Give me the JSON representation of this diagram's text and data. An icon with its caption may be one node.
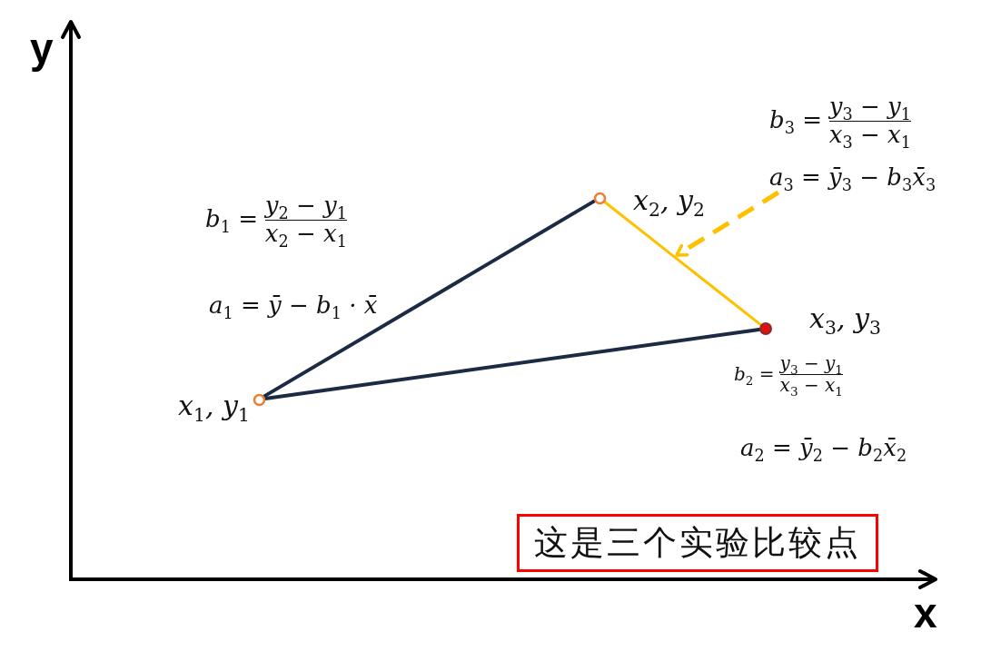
{
  "diagram": {
    "nodes": [
      {
        "text": [],
        "shape": "circle",
        "beside": [
          "x$_{1}$, y$_{1}$"
        ]
      },
      {
        "text": [],
        "shape": "circle",
        "beside": [
          "x$_{2}$, y$_{2}$"
        ]
      },
      {
        "text": [],
        "shape": "circle",
        "beside": [
          "x$_{3}$, y$_{3}$"
        ]
      },
      {
        "text": [
          "b$_{3}$ =",
          "y$_{3}$ − y$_{1}$",
          "x$_{3}$ − x$_{1}$",
          "a$_{3}$ = ȳ$_{3}$ − b$_{3}$x̄$_{3}$"
        ]
      },
      {
        "text": [
          "这是三个实验比较点"
        ]
      }
    ],
    "edges": [
      {
        "from": 0,
        "to": 1,
        "arrow": "none"
      },
      {
        "from": 1,
        "to": 2,
        "arrow": "none",
        "color": "#ffc000"
      },
      {
        "from": 0,
        "to": 2,
        "arrow": "none"
      },
      {
        "from": 3,
        "to": null,
        "arrow": "to",
        "style": "dashed",
        "color": "#ffc000"
      }
    ],
    "labels": [
      "y",
      "b$_{1}$ =",
      "y$_{2}$ − y$_{1}$",
      "x$_{2}$ − x$_{1}$",
      "a$_{1}$ = ȳ − b$_{1}$ · x̄",
      "b$_{2}$ =",
      "y$_{3}$ − y$_{1}$",
      "x$_{3}$ − x$_{1}$",
      "a$_{2}$ = ȳ$_{2}$ − b$_{2}$x̄$_{2}$",
      "x"
    ]
  }
}
